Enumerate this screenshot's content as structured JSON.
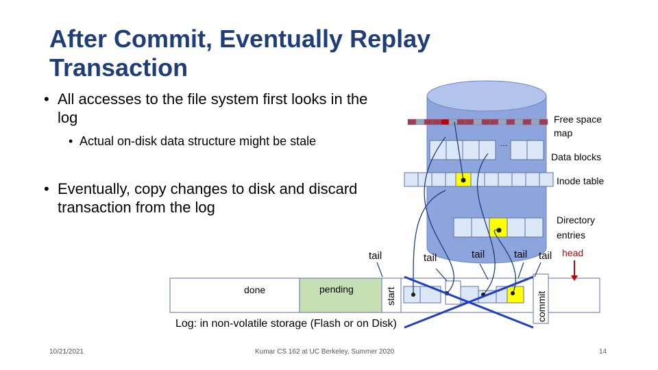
{
  "slide": {
    "title": "After Commit, Eventually Replay Transaction",
    "bullets": [
      "All accesses to the file system first looks in the log",
      "Actual on-disk data structure might be stale",
      "Eventually, copy changes to disk and discard transaction from the log"
    ],
    "bullet_char": "•"
  },
  "disk": {
    "labels": {
      "free_space_map": "Free space map",
      "data_blocks": "Data blocks",
      "inode_table": "Inode table",
      "directory_entries": "Directory entries"
    },
    "ellipsis": "…"
  },
  "log": {
    "done": "done",
    "pending": "pending",
    "start": "start",
    "commit": "commit",
    "tail": "tail",
    "head": "head",
    "caption": "Log: in non-volatile storage (Flash or on Disk)"
  },
  "footer": {
    "date": "10/21/2021",
    "course": "Kumar CS 162 at UC Berkeley, Summer 2020",
    "page": "14"
  },
  "colors": {
    "title": "#1f3e78",
    "cylinder": "#8ea4dc",
    "block_fill": "#dbe7f6",
    "pending_fill": "#c6e0b4",
    "dirty_fill": "#ffff00",
    "head_red": "#c00000",
    "cross_blue": "#1f3ec8",
    "map_red": "#a33a4d"
  }
}
